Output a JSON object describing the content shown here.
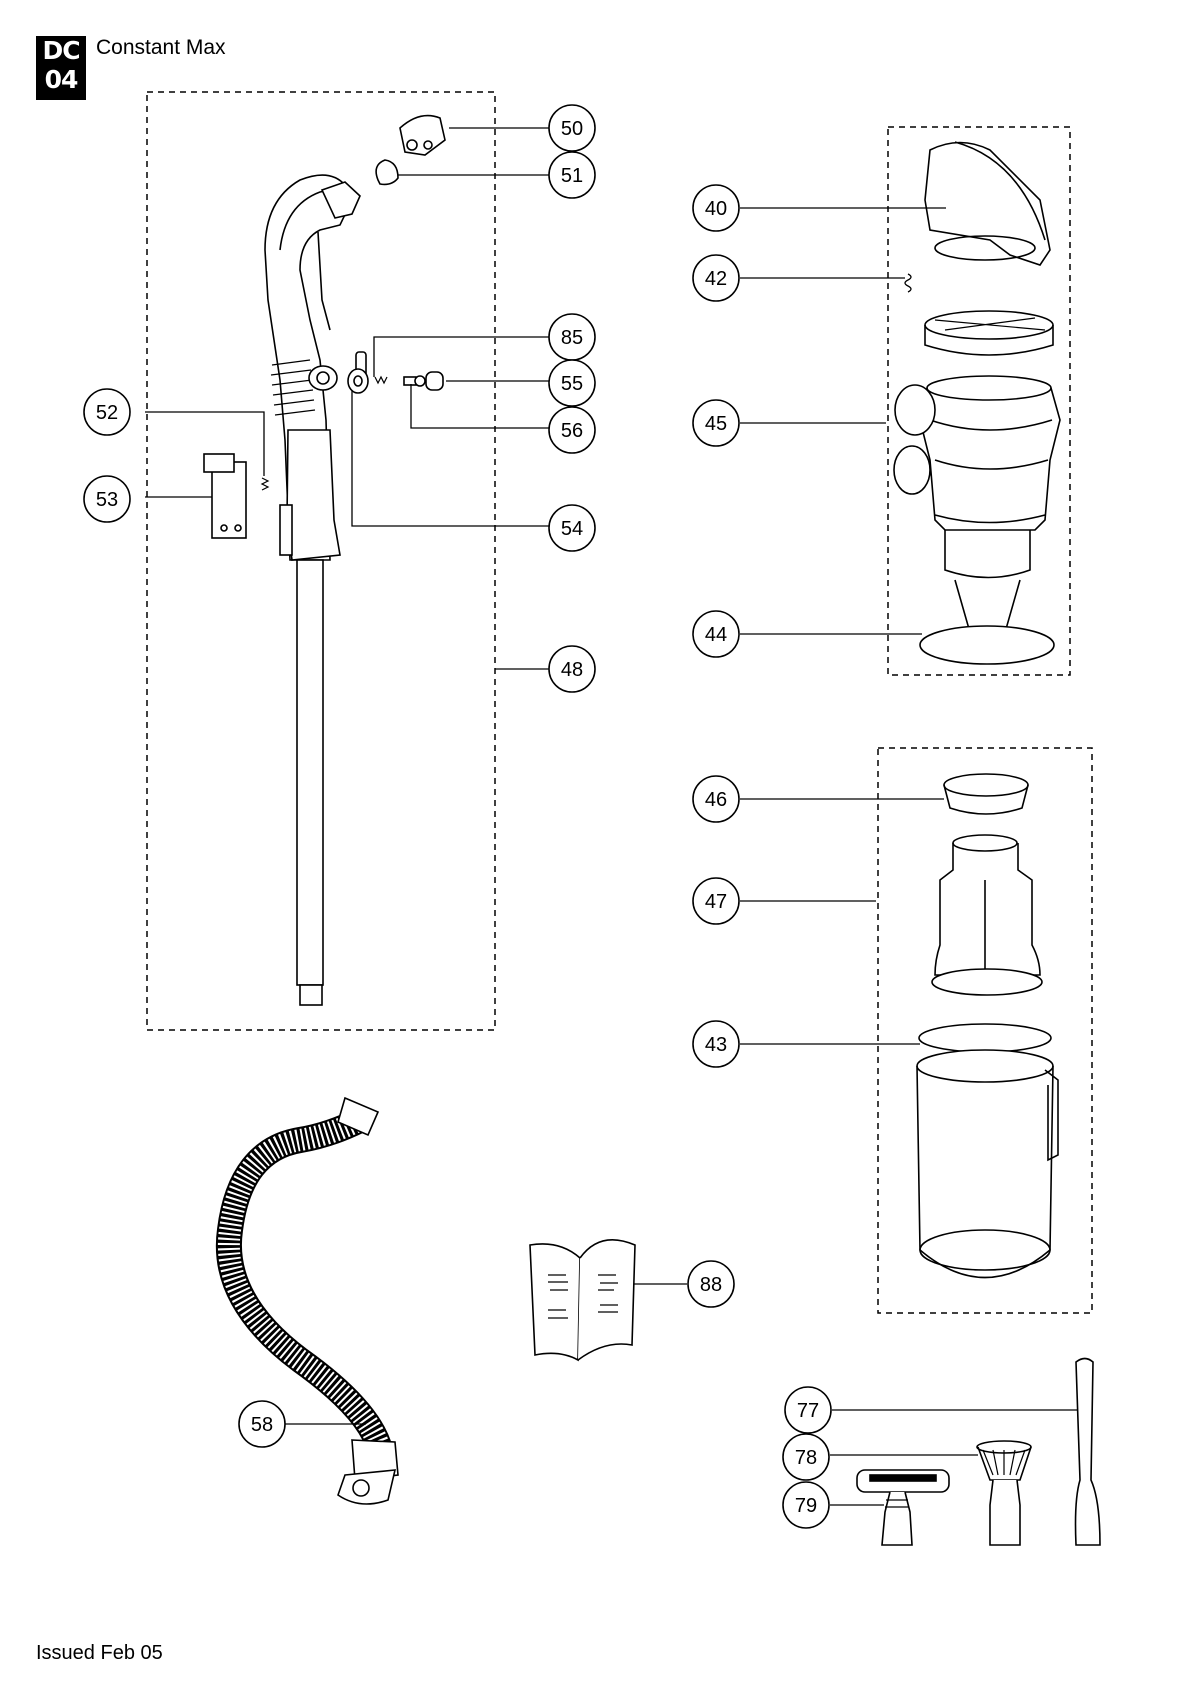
{
  "header": {
    "logo_line1": "DC",
    "logo_line2": "04",
    "model_name": "Constant Max"
  },
  "footer": {
    "issued": "Issued  Feb 05"
  },
  "callouts": {
    "p50": "50",
    "p51": "51",
    "p52": "52",
    "p53": "53",
    "p54": "54",
    "p55": "55",
    "p56": "56",
    "p85": "85",
    "p48": "48",
    "p40": "40",
    "p42": "42",
    "p45": "45",
    "p44": "44",
    "p46": "46",
    "p47": "47",
    "p43": "43",
    "p58": "58",
    "p88": "88",
    "p77": "77",
    "p78": "78",
    "p79": "79"
  }
}
